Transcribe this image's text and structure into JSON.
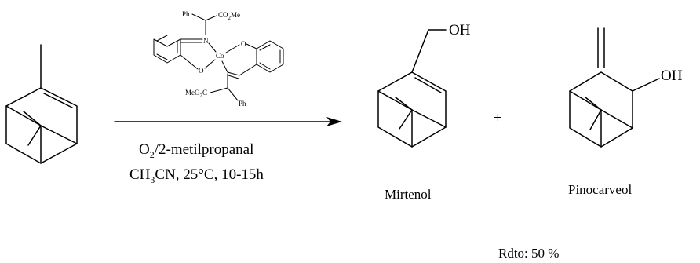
{
  "catalyst": {
    "top_group": "Ph",
    "top_ester": "CO",
    "top_ester_sub": "2",
    "top_ester_end": "Me",
    "n_label": "N",
    "co_label": "Co",
    "o_left": "O",
    "o_right": "O",
    "bottom_ester": "MeO",
    "bottom_ester_sub": "2",
    "bottom_ester_end": "C",
    "bottom_group": "Ph"
  },
  "conditions": {
    "line1_a": "O",
    "line1_sub": "2",
    "line1_b": "/2-metilpropanal",
    "line2_a": "CH",
    "line2_sub": "3",
    "line2_b": "CN, 25°C, 10-15h"
  },
  "products": {
    "myrtenol_oh": "OH",
    "myrtenol_name": "Mirtenol",
    "plus": "+",
    "pinocarveol_oh": "OH",
    "pinocarveol_name": "Pinocarveol"
  },
  "yield": "Rdto: 50 %"
}
